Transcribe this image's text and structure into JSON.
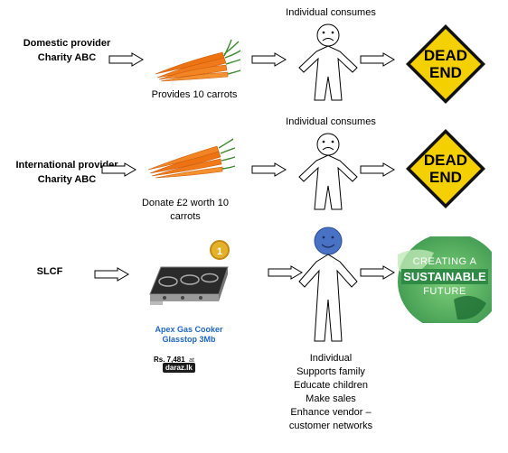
{
  "rows": [
    {
      "provider": "Domestic provider Charity ABC",
      "action": "Provides 10 carrots",
      "person_caption": "Individual consumes",
      "sign": {
        "line1": "DEAD",
        "line2": "END"
      }
    },
    {
      "provider": "International provider Charity ABC",
      "action": "Donate £2 worth 10 carrots",
      "person_caption": "Individual consumes",
      "sign": {
        "line1": "DEAD",
        "line2": "END"
      }
    },
    {
      "provider": "SLCF",
      "product": {
        "badge": "1",
        "title": "Apex Gas Cooker Glasstop 3Mb",
        "price": "Rs. 7,481",
        "at": "at",
        "store": "daraz.lk"
      },
      "outcome": {
        "line1": "CREATING A",
        "line2": "SUSTAINABLE",
        "line3": "FUTURE"
      },
      "person_caption": [
        "Individual",
        "Supports family",
        "Educate children",
        "Make sales",
        "Enhance vendor –",
        "customer networks"
      ]
    }
  ],
  "colors": {
    "sign_yellow": "#f5d000",
    "carrot": "#f07a1a",
    "carrot_leaf": "#3c8a2e",
    "happy_face": "#4a72c4",
    "sustainable_green": "#3aa655"
  }
}
